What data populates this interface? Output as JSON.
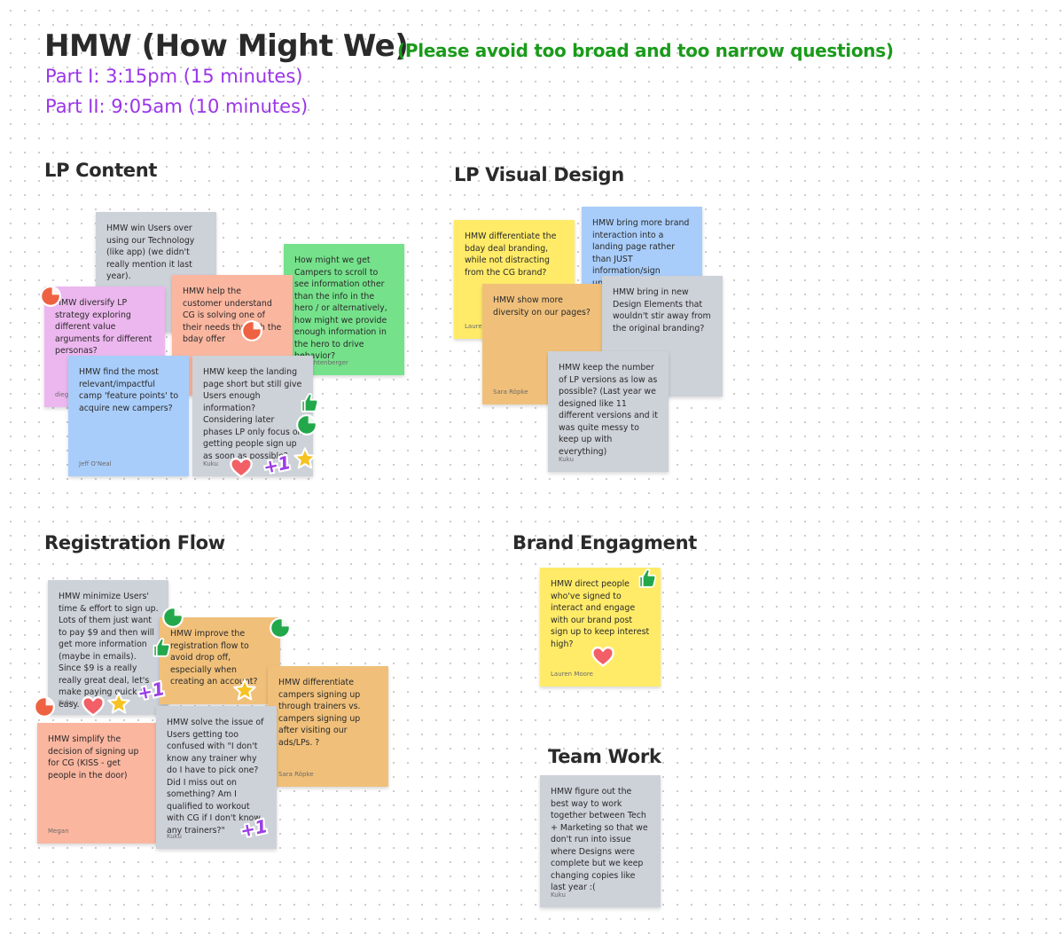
{
  "header": {
    "title": "HMW (How Might We)",
    "hint": "(Please avoid too broad and too narrow questions)",
    "part1": "Part I: 3:15pm (15 minutes)",
    "part2": "Part II: 9:05am (10 minutes)"
  },
  "sections": {
    "lp_content": "LP Content",
    "lp_visual": "LP Visual Design",
    "registration": "Registration Flow",
    "brand": "Brand Engagment",
    "team": "Team Work"
  },
  "notes": {
    "lpc_technology": {
      "text": "HMW win Users over using our Technology (like app) (we didn't really mention it last year).",
      "author": ""
    },
    "lpc_diversify": {
      "text": "HMW diversify LP strategy exploring different value arguments for different personas?",
      "author": "diego"
    },
    "lpc_customer": {
      "text": "HMW help the customer understand CG is solving one of their needs through the bday offer",
      "author": ""
    },
    "lpc_scroll": {
      "text": "How might we get Campers to scroll to see information other than the info in the hero / or alternatively, how might we provide enough information in the hero to drive behavior?",
      "author": "Lichtenberger"
    },
    "lpc_points": {
      "text": "HMW find the most relevant/impactful camp 'feature points' to acquire new campers?",
      "author": "Jeff O'Neal"
    },
    "lpc_short": {
      "text": "HMW keep the landing page short but still give Users enough information? Considering later phases LP only focus on getting people sign up as soon as possible?",
      "author": "Kuku"
    },
    "lpv_bday": {
      "text": "HMW differentiate the bday deal branding, while not distracting from the CG brand?",
      "author": "Lauren"
    },
    "lpv_brand": {
      "text": "HMW bring more brand interaction into a landing page rather than JUST information/sign up/sale?",
      "author": ""
    },
    "lpv_diversity": {
      "text": "HMW show more diversity on our pages?",
      "author": "Sara Röpke"
    },
    "lpv_elements": {
      "text": "HMW bring in new Design Elements that wouldn't stir away from the original branding?",
      "author": ""
    },
    "lpv_versions": {
      "text": "HMW keep the number of LP versions as low as possible? (Last year we designed like 11 different versions and it was quite messy to keep up with everything)",
      "author": "Kuku"
    },
    "reg_minimize": {
      "text": "HMW minimize Users' time & effort to sign up. Lots of them just want to pay $9 and then will get more information (maybe in emails). Since $9 is a really really great deal, let's make paying quick & easy.",
      "author": "Kuku"
    },
    "reg_improve": {
      "text": "HMW improve the registration flow to avoid drop off, especially when creating an account?",
      "author": ""
    },
    "reg_trainers": {
      "text": "HMW differentiate campers signing up through trainers vs. campers signing up after visiting our ads/LPs. ?",
      "author": "Sara Röpke"
    },
    "reg_simplify": {
      "text": "HMW simplify the decision of signing up for CG (KISS - get people in the door)",
      "author": "Megan"
    },
    "reg_confused": {
      "text": "HMW solve the issue of Users getting too confused with \"I don't know any trainer why do I have to pick one? Did I miss out on something? Am I qualified to workout with CG if I don't know any trainers?\"",
      "author": "Kuku"
    },
    "brand_direct": {
      "text": "HMW direct people who've signed to interact and engage with our brand post sign up to keep interest high?",
      "author": "Lauren Moore"
    },
    "team_work": {
      "text": "HMW figure out the best way to work together between Tech + Marketing so that we don't run into issue where Designs were complete but we keep changing copies like last year :(",
      "author": "Kuku"
    }
  },
  "stickers": {
    "plus_one": "+1"
  },
  "colors": {
    "title": "#2a2a2a",
    "hint": "#1a9b1a",
    "part": "#9a35e8",
    "gray_note": "#cdd1d8",
    "green_note": "#75e28b",
    "pink_note": "#ecb7ee",
    "salmon_note": "#fbb6a0",
    "blue_note": "#a9cdfa",
    "yellow_note": "#ffeb68",
    "orange_note": "#f0c07b",
    "sticker_green": "#22a84a",
    "sticker_red": "#ee6242",
    "heart": "#f25f66",
    "star": "#f6c321"
  }
}
